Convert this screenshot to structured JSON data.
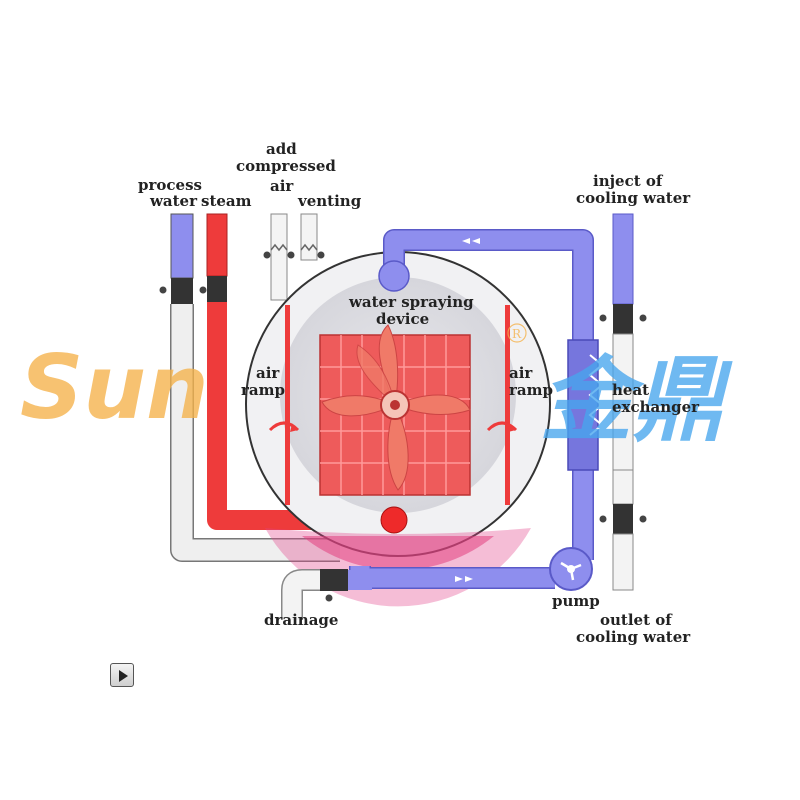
{
  "labels": {
    "process_water": [
      "process",
      "water"
    ],
    "steam": "steam",
    "add_compressed_air": [
      "add",
      "compressed",
      "air"
    ],
    "venting": "venting",
    "water_spraying_device": [
      "water spraying",
      "device"
    ],
    "air_ramp": [
      "air",
      "ramp"
    ],
    "heat_exchanger": [
      "heat",
      "exchanger"
    ],
    "inject_cooling_water": [
      "inject of",
      "cooling water"
    ],
    "outlet_cooling_water": [
      "outlet of",
      "cooling water"
    ],
    "pump": "pump",
    "drainage": "drainage"
  },
  "watermark": {
    "latin": "Sun",
    "cjk": "金鼎",
    "registered": "R"
  },
  "colors": {
    "process_water_pipe": "#ececec",
    "steam_pipe": "#ee3b3b",
    "cooling_loop": "#8e8eee",
    "vessel": "#f0f0f0",
    "basket": "#ee5b5b",
    "fan": "#f07a68",
    "watermark_orange": "#f5b24a",
    "watermark_blue": "#47a6ee"
  },
  "controls": {
    "play_icon": "play-icon"
  }
}
